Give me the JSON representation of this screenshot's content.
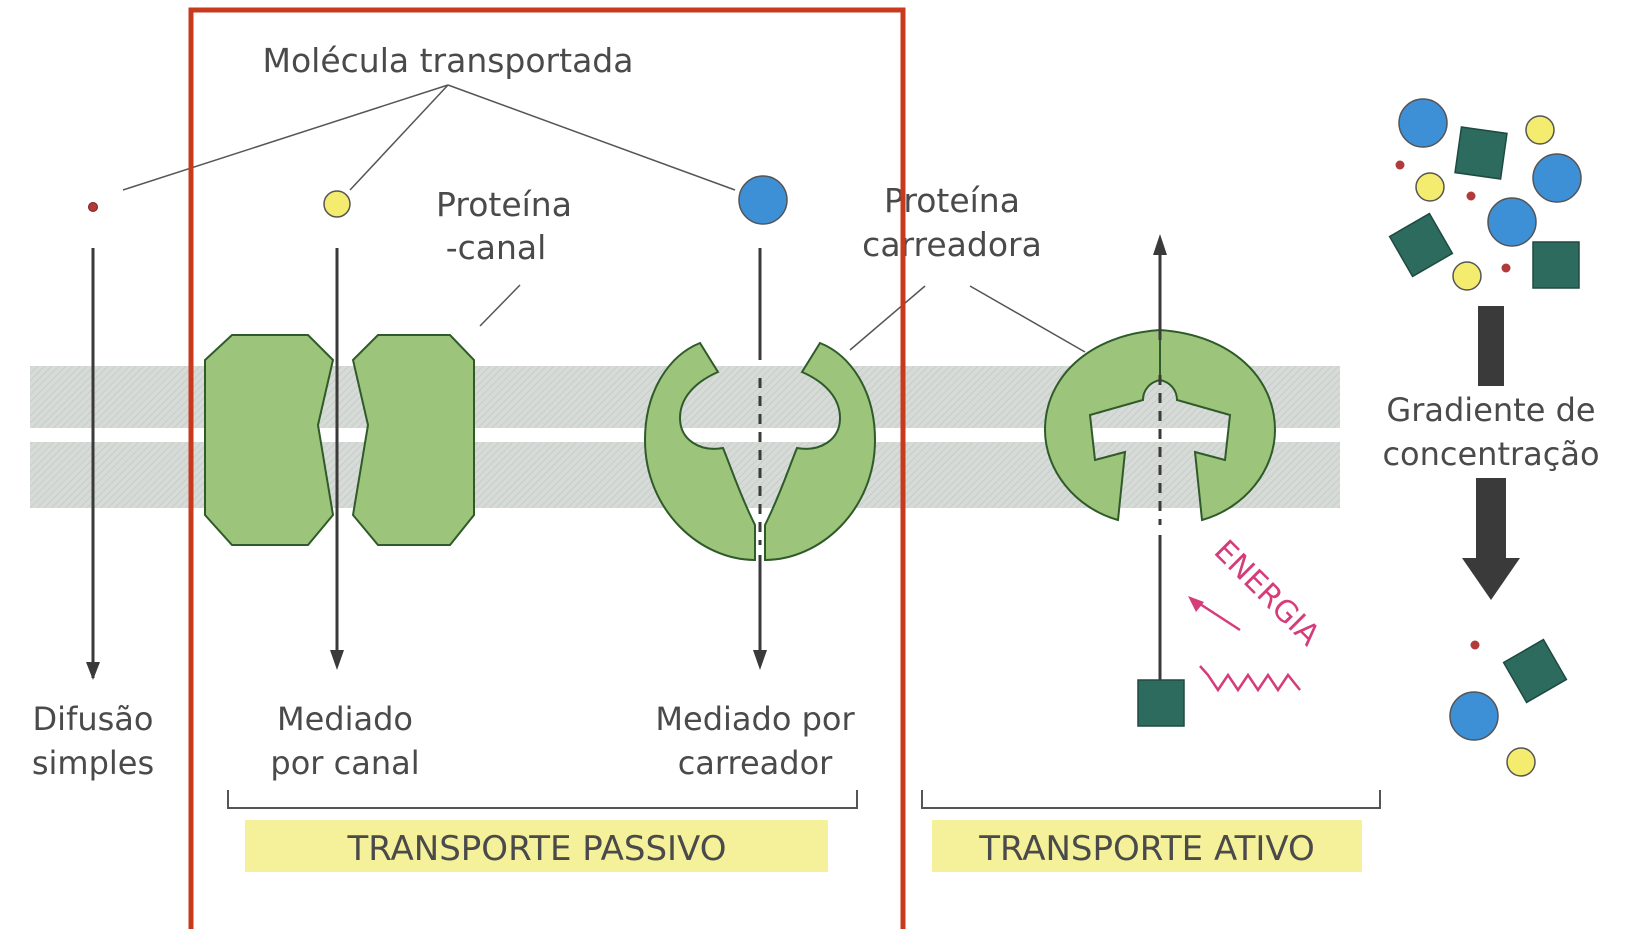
{
  "labels": {
    "molecule": "Molécula transportada",
    "channel_protein_1": "Proteína",
    "channel_protein_2": "-canal",
    "carrier_protein_1": "Proteína",
    "carrier_protein_2": "carreadora",
    "simple_diffusion_1": "Difusão",
    "simple_diffusion_2": "simples",
    "channel_mediated_1": "Mediado",
    "channel_mediated_2": "por canal",
    "carrier_mediated_1": "Mediado por",
    "carrier_mediated_2": "carreador",
    "passive": "TRANSPORTE PASSIVO",
    "active": "TRANSPORTE ATIVO",
    "energy": "ENERGIA",
    "gradient_1": "Gradiente de",
    "gradient_2": "concentração"
  },
  "colors": {
    "protein_fill": "#9cc47a",
    "protein_stroke": "#2f5a2a",
    "membrane": "#d8ddda",
    "small_molecule": "#b23a3a",
    "yellow_molecule": "#f3ec6e",
    "blue_molecule": "#3d8fd6",
    "square_molecule": "#2c6b5e",
    "highlight_box": "#c83a1e",
    "label_band": "#f5f19a",
    "energy": "#d63b7a",
    "arrow": "#3a3a3a"
  }
}
